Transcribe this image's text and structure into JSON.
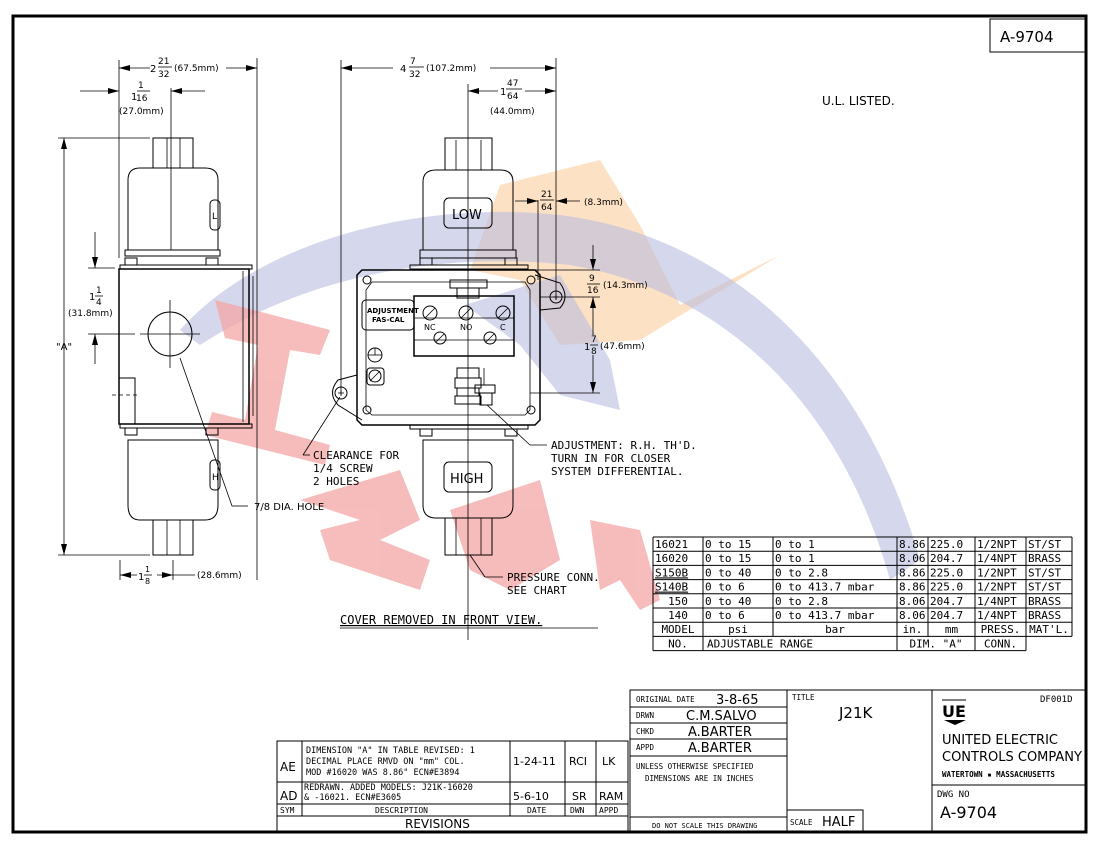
{
  "sheet": {
    "drawing_number_corner": "A-9704",
    "ul_note": "U.L. LISTED.",
    "cover_note": "COVER REMOVED IN FRONT VIEW."
  },
  "side_view": {
    "overall_width": {
      "whole": "2",
      "num": "21",
      "den": "32",
      "mm": "(67.5mm)"
    },
    "offset_width": {
      "whole": "1",
      "num": "1",
      "den": "16",
      "mm": "(27.0mm)"
    },
    "hole_height": {
      "whole": "1",
      "num": "1",
      "den": "4",
      "mm": "(31.8mm)"
    },
    "dim_a_label": "\"A\"",
    "bottom_width": {
      "whole": "1",
      "num": "1",
      "den": "8",
      "mm": "(28.6mm)"
    },
    "hole_callout": "7/8 DIA. HOLE",
    "low_tag": "L",
    "high_tag": "H"
  },
  "front_view": {
    "overall_width": {
      "whole": "4",
      "num": "7",
      "den": "32",
      "mm": "(107.2mm)"
    },
    "center_offset": {
      "whole": "1",
      "num": "47",
      "den": "64",
      "mm": "(44.0mm)"
    },
    "side_gap": {
      "num": "21",
      "den": "64",
      "mm": "(8.3mm)"
    },
    "ear_offset": {
      "num": "9",
      "den": "16",
      "mm": "(14.3mm)"
    },
    "hole_spacing": {
      "whole": "1",
      "num": "7",
      "den": "8",
      "mm": "(47.6mm)"
    },
    "low_label": "LOW",
    "high_label": "HIGH",
    "adjustment_label_1": "ADJUSTMENT",
    "adjustment_label_2": "FAS-CAL",
    "terminals": [
      "NC",
      "NO",
      "C"
    ],
    "clearance_note": [
      "CLEARANCE FOR",
      "1/4 SCREW",
      "2 HOLES"
    ],
    "adjustment_note": [
      "ADJUSTMENT: R.H. TH'D.",
      "TURN IN FOR CLOSER",
      "SYSTEM DIFFERENTIAL."
    ],
    "pressure_note": [
      "PRESSURE CONN.",
      "SEE CHART"
    ]
  },
  "model_table": {
    "rows": [
      {
        "model": "16021",
        "psi": "0  to  15",
        "bar": "0  to  1",
        "in": "8.86",
        "mm": "225.0",
        "conn": "1/2NPT",
        "mat": "ST/ST"
      },
      {
        "model": "16020",
        "psi": "0  to  15",
        "bar": "0  to  1",
        "in": "8.06",
        "mm": "204.7",
        "conn": "1/4NPT",
        "mat": "BRASS"
      },
      {
        "model": "S150B",
        "psi": "0  to  40",
        "bar": "0  to  2.8",
        "in": "8.86",
        "mm": "225.0",
        "conn": "1/2NPT",
        "mat": "ST/ST"
      },
      {
        "model": "S140B",
        "psi": "0  to  6",
        "bar": "0  to  413.7  mbar",
        "in": "8.86",
        "mm": "225.0",
        "conn": "1/2NPT",
        "mat": "ST/ST"
      },
      {
        "model": "150",
        "psi": "0  to  40",
        "bar": "0  to  2.8",
        "in": "8.06",
        "mm": "204.7",
        "conn": "1/4NPT",
        "mat": "BRASS"
      },
      {
        "model": "140",
        "psi": "0  to  6",
        "bar": "0  to  413.7  mbar",
        "in": "8.06",
        "mm": "204.7",
        "conn": "1/4NPT",
        "mat": "BRASS"
      }
    ],
    "header1": {
      "model": "MODEL",
      "psi": "psi",
      "bar": "bar",
      "in": "in.",
      "mm": "mm",
      "conn": "PRESS.",
      "mat": "MAT'L."
    },
    "header2": {
      "model": "NO.",
      "range": "ADJUSTABLE RANGE",
      "dim": "DIM. \"A\"",
      "conn": "CONN."
    }
  },
  "revisions": {
    "rows": [
      {
        "sym": "AE",
        "desc": [
          "DIMENSION \"A\" IN TABLE REVISED: 1",
          "DECIMAL PLACE RMVD ON \"mm\" COL.",
          "MOD #16020 WAS 8.86\" ECN#E3894"
        ],
        "date": "1-24-11",
        "dwn": "RCI",
        "appd": "LK"
      },
      {
        "sym": "AD",
        "desc": [
          "REDRAWN. ADDED MODELS: J21K-16020",
          "& -16021.   ECN#E3605"
        ],
        "date": "5-6-10",
        "dwn": "SR",
        "appd": "RAM"
      }
    ],
    "headers": {
      "sym": "SYM",
      "desc": "DESCRIPTION",
      "date": "DATE",
      "dwn": "DWN",
      "appd": "APPD"
    },
    "title": "REVISIONS"
  },
  "title_block": {
    "original_date_label": "ORIGINAL DATE",
    "original_date": "3-8-65",
    "drwn_label": "DRWN",
    "drwn": "C.M.SALVO",
    "chkd_label": "CHKD",
    "chkd": "A.BARTER",
    "appd_label": "APPD",
    "appd": "A.BARTER",
    "units_note": [
      "UNLESS OTHERWISE SPECIFIED",
      "DIMENSIONS ARE IN INCHES"
    ],
    "no_scale_note": "DO NOT SCALE THIS DRAWING",
    "title_label": "TITLE",
    "title": "J21K",
    "scale_label": "SCALE",
    "scale": "HALF",
    "form_code": "DF001D",
    "logo": "UE",
    "company_1": "UNITED ELECTRIC",
    "company_2": "CONTROLS COMPANY",
    "location": "WATERTOWN ▪ MASSACHUSETTS",
    "dwg_no_label": "DWG NO",
    "dwg_no": "A-9704"
  },
  "colors": {
    "watermark_red": "#f4a5a5",
    "watermark_blue": "#b9bcdf",
    "watermark_orange": "#fbd4ac",
    "line": "#000000"
  }
}
